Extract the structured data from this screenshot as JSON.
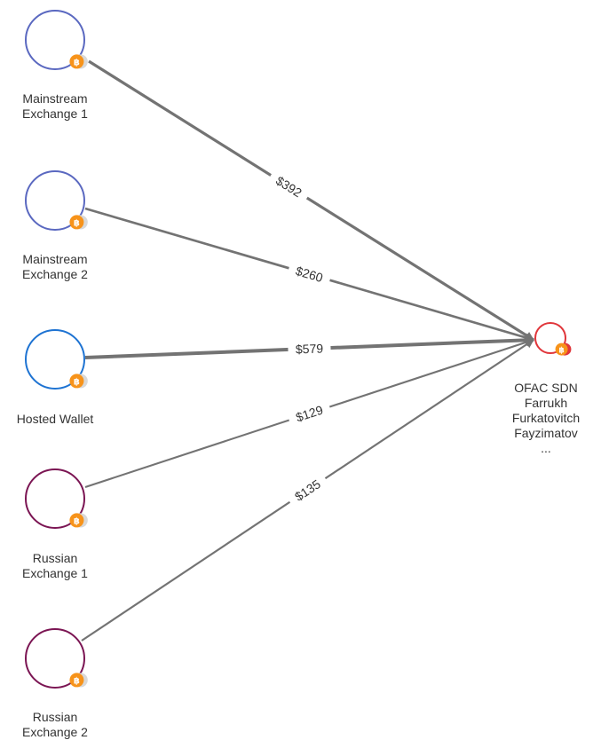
{
  "colors": {
    "edge": "#737373",
    "exchange_blue": "#5a68c0",
    "wallet_blue": "#1e73d2",
    "russian_purple": "#7b1553",
    "ofac_red": "#e0353a",
    "bitcoin_orange": "#f7931a",
    "badge_grey": "#d9d9d9"
  },
  "nodes": {
    "mainstream_1": {
      "lines": [
        "Mainstream",
        "Exchange 1"
      ],
      "icon": "bitcoin-icon"
    },
    "mainstream_2": {
      "lines": [
        "Mainstream",
        "Exchange 2"
      ],
      "icon": "bitcoin-icon"
    },
    "hosted_wallet": {
      "lines": [
        "Hosted Wallet"
      ],
      "icon": "bitcoin-icon"
    },
    "russian_1": {
      "lines": [
        "Russian",
        "Exchange 1"
      ],
      "icon": "bitcoin-icon"
    },
    "russian_2": {
      "lines": [
        "Russian",
        "Exchange 2"
      ],
      "icon": "bitcoin-icon"
    },
    "ofac": {
      "lines": [
        "OFAC SDN",
        "Farrukh",
        "Furkatovitch",
        "Fayzimatov",
        "..."
      ],
      "icon": "bitcoin-icon"
    }
  },
  "edges": [
    {
      "from": "mainstream_1",
      "label": "$392",
      "value": 392
    },
    {
      "from": "mainstream_2",
      "label": "$260",
      "value": 260
    },
    {
      "from": "hosted_wallet",
      "label": "$579",
      "value": 579
    },
    {
      "from": "russian_1",
      "label": "$129",
      "value": 129
    },
    {
      "from": "russian_2",
      "label": "$135",
      "value": 135
    }
  ]
}
